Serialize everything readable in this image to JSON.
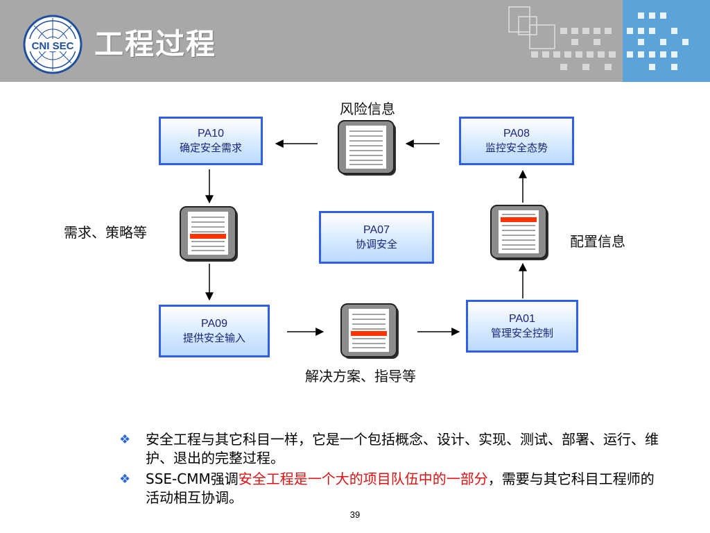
{
  "header": {
    "title": "工程过程",
    "logo_text": "CNI SEC",
    "colors": {
      "band": "#a8a8a8",
      "accent": "#5ba3d8"
    }
  },
  "diagram": {
    "nodes": {
      "pa10": {
        "code": "PA10",
        "name": "确定安全需求"
      },
      "pa08": {
        "code": "PA08",
        "name": "监控安全态势"
      },
      "pa07": {
        "code": "PA07",
        "name": "协调安全"
      },
      "pa09": {
        "code": "PA09",
        "name": "提供安全输入"
      },
      "pa01": {
        "code": "PA01",
        "name": "管理安全控制"
      }
    },
    "labels": {
      "risk_info": "风险信息",
      "requirements": "需求、策略等",
      "config_info": "配置信息",
      "solutions": "解决方案、指导等"
    },
    "colors": {
      "box_border": "#2f5fe8",
      "highlight_line": "#ff3300"
    }
  },
  "bullets": [
    {
      "text": "安全工程与其它科目一样，它是一个包括概念、设计、实现、测试、部署、运行、维护、退出的完整过程。"
    },
    {
      "prefix": "SSE-CMM强调",
      "highlight": "安全工程是一个大的项目队伍中的一部分",
      "suffix": "，需要与其它科目工程师的活动相互协调。"
    }
  ],
  "page_number": "39"
}
